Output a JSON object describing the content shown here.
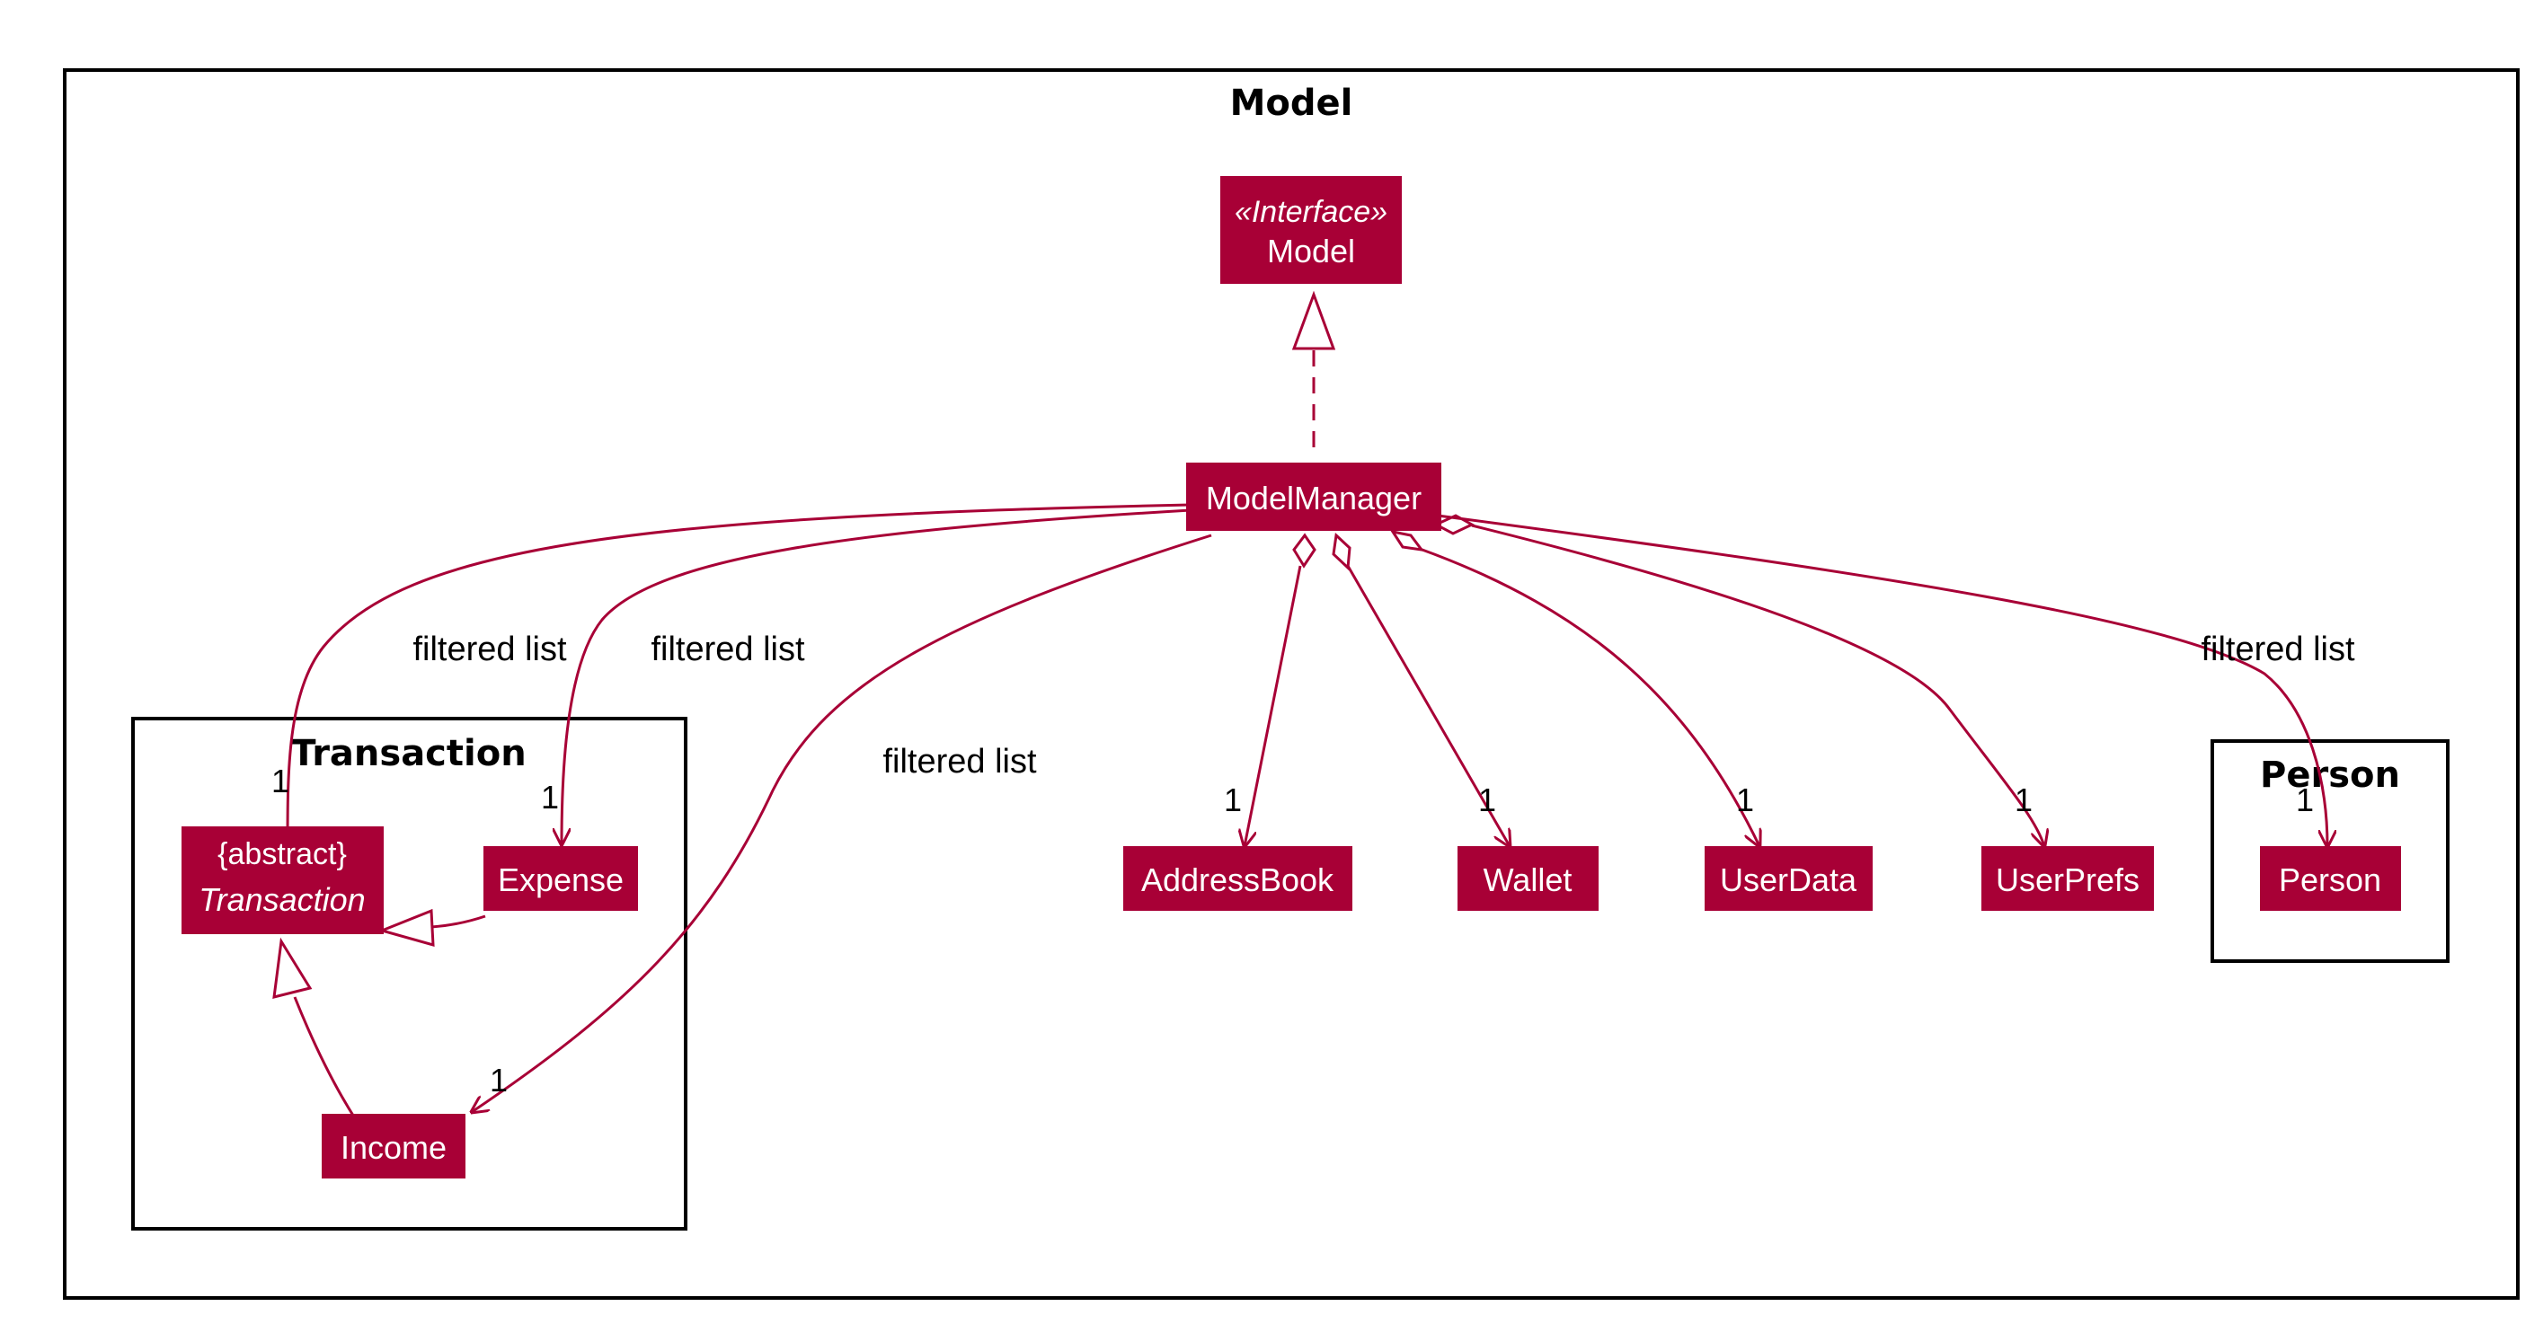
{
  "colors": {
    "class_fill": "#A80036",
    "edge": "#A80036",
    "frame": "#000000",
    "text_on_class": "#FFFFFF"
  },
  "packages": {
    "model": {
      "title": "Model"
    },
    "transaction": {
      "title": "Transaction"
    },
    "person": {
      "title": "Person"
    }
  },
  "classes": {
    "model_interface": {
      "stereotype": "«Interface»",
      "name": "Model"
    },
    "model_manager": {
      "name": "ModelManager"
    },
    "transaction": {
      "modifier": "{abstract}",
      "name": "Transaction"
    },
    "expense": {
      "name": "Expense"
    },
    "income": {
      "name": "Income"
    },
    "address_book": {
      "name": "AddressBook"
    },
    "wallet": {
      "name": "Wallet"
    },
    "user_data": {
      "name": "UserData"
    },
    "user_prefs": {
      "name": "UserPrefs"
    },
    "person": {
      "name": "Person"
    }
  },
  "edges": {
    "to_transaction": {
      "label": "filtered list",
      "multiplicity": "1"
    },
    "to_expense": {
      "label": "filtered list",
      "multiplicity": "1"
    },
    "to_income": {
      "label": "filtered list",
      "multiplicity": "1"
    },
    "to_address_book": {
      "multiplicity": "1"
    },
    "to_wallet": {
      "multiplicity": "1"
    },
    "to_user_data": {
      "multiplicity": "1"
    },
    "to_user_prefs": {
      "multiplicity": "1"
    },
    "to_person": {
      "label": "filtered list",
      "multiplicity": "1"
    }
  }
}
